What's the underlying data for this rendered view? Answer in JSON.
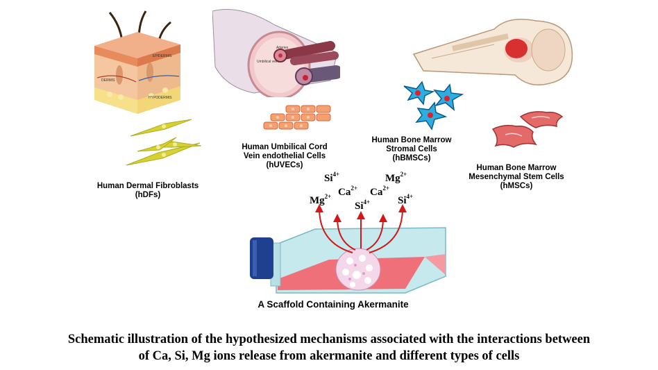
{
  "labels": {
    "hdf": [
      "Human Dermal Fibroblasts",
      "(hDFs)"
    ],
    "huvec": [
      "Human Umbilical Cord",
      "Vein endothelial Cells",
      "(hUVECs)"
    ],
    "hbmsc": [
      "Human Bone Marrow",
      "Stromal Cells",
      "(hBMSCs)"
    ],
    "hmsc": [
      "Human Bone Marrow",
      "Mesenchymal Stem Cells",
      "(hMSCs)"
    ],
    "scaffold": "A Scaffold Containing Akermanite"
  },
  "skin_labels": {
    "epidermis": "EPIDERMIS",
    "dermis": "DERMIS",
    "hypodermis": "HYPODERMIS"
  },
  "vessel_labels": {
    "arteries": "Arteries",
    "umbilical_vein": "Umbilical vein"
  },
  "ions": [
    {
      "el": "Si",
      "charge": "4+"
    },
    {
      "el": "Mg",
      "charge": "2+"
    },
    {
      "el": "Ca",
      "charge": "2+"
    },
    {
      "el": "Ca",
      "charge": "2+"
    },
    {
      "el": "Mg",
      "charge": "2+"
    },
    {
      "el": "Si",
      "charge": "4+"
    },
    {
      "el": "Si",
      "charge": "4+"
    }
  ],
  "caption": [
    "Schematic illustration of the hypothesized mechanisms associated with the interactions between",
    "of Ca, Si, Mg ions release from akermanite and different types of cells"
  ],
  "colors": {
    "arrow": "#d01818",
    "flask_cap": "#1f3f8f",
    "medium": "#f0707a",
    "fibroblast": "#d6d232",
    "hbmsc": "#2eaee0",
    "hmsc": "#dc5a5c"
  }
}
